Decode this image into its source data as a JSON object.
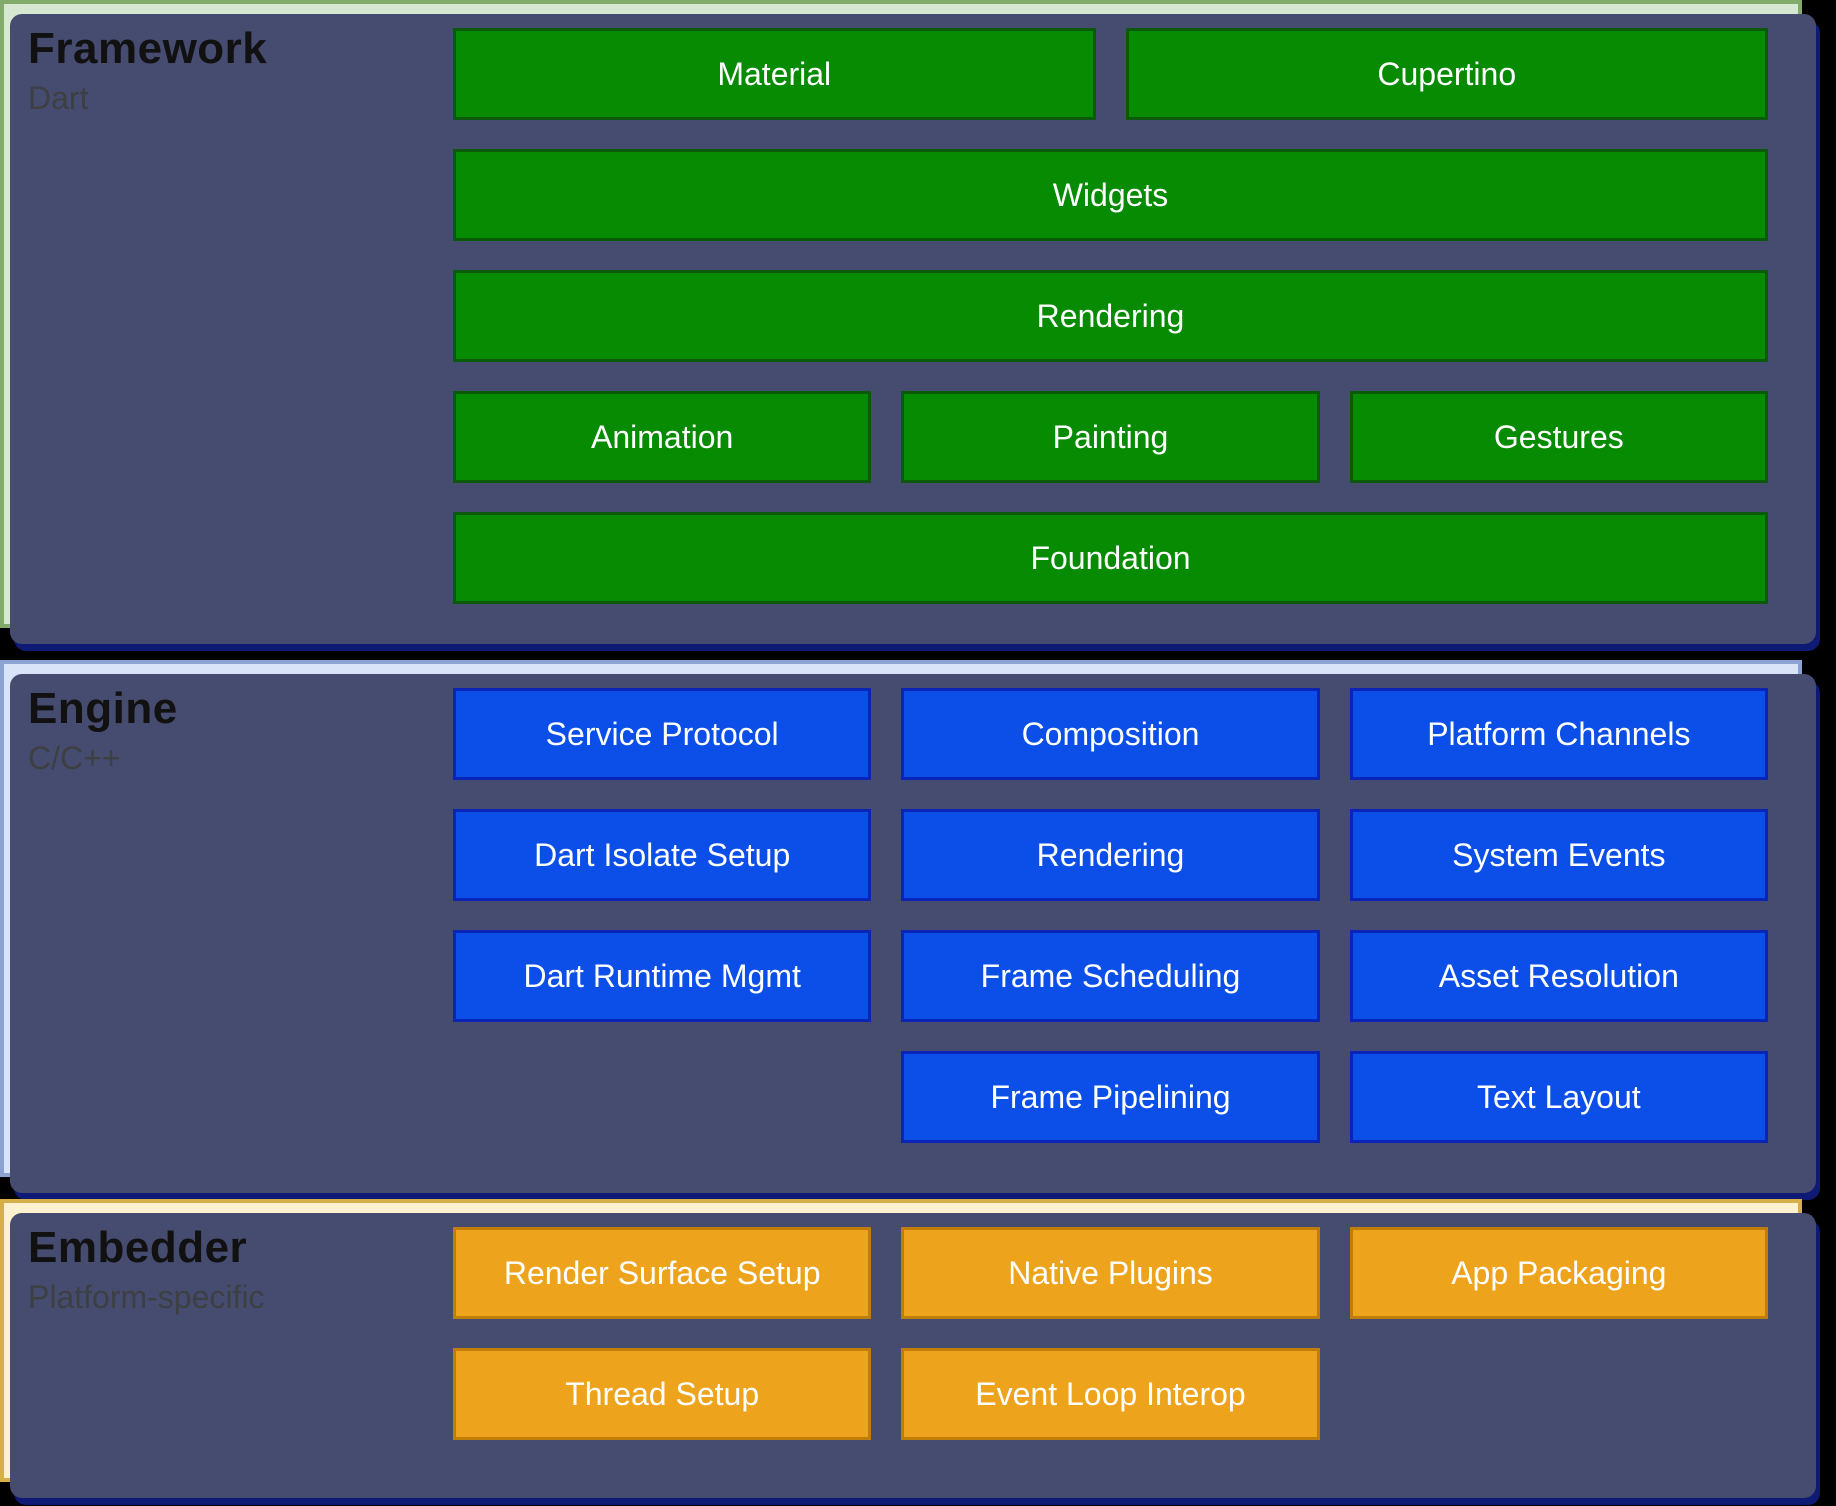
{
  "page": {
    "background_color": "#000000",
    "shadow_color": "#464b70",
    "shadow_edge_color": "#0e1a74"
  },
  "sections": [
    {
      "id": "framework",
      "title": "Framework",
      "subtitle": "Dart",
      "colors": {
        "panel_bg": "#d7e8d2",
        "panel_border": "#81aa6b",
        "box_fill": "#068b02",
        "box_border": "#0a5a0a",
        "box_text": "#ffffff"
      },
      "rows": [
        [
          "Material",
          "Cupertino"
        ],
        [
          "Widgets"
        ],
        [
          "Rendering"
        ],
        [
          "Animation",
          "Painting",
          "Gestures"
        ],
        [
          "Foundation"
        ]
      ]
    },
    {
      "id": "engine",
      "title": "Engine",
      "subtitle": "C/C++",
      "colors": {
        "panel_bg": "#d9e4f9",
        "panel_border": "#8ba2d2",
        "box_fill": "#0b4fe8",
        "box_border": "#0a24b8",
        "box_text": "#ffffff"
      },
      "rows": [
        [
          "Service Protocol",
          "Composition",
          "Platform Channels"
        ],
        [
          "Dart Isolate Setup",
          "Rendering",
          "System Events"
        ],
        [
          "Dart Runtime Mgmt",
          "Frame Scheduling",
          "Asset Resolution"
        ],
        [
          null,
          "Frame Pipelining",
          "Text Layout"
        ]
      ]
    },
    {
      "id": "embedder",
      "title": "Embedder",
      "subtitle": "Platform-specific",
      "colors": {
        "panel_bg": "#fdf2d0",
        "panel_border": "#d6ae4a",
        "box_fill": "#eda41c",
        "box_border": "#c07d08",
        "box_text": "#ffffff"
      },
      "rows": [
        [
          "Render Surface Setup",
          "Native Plugins",
          "App Packaging"
        ],
        [
          "Thread Setup",
          "Event Loop Interop",
          null
        ]
      ]
    }
  ]
}
